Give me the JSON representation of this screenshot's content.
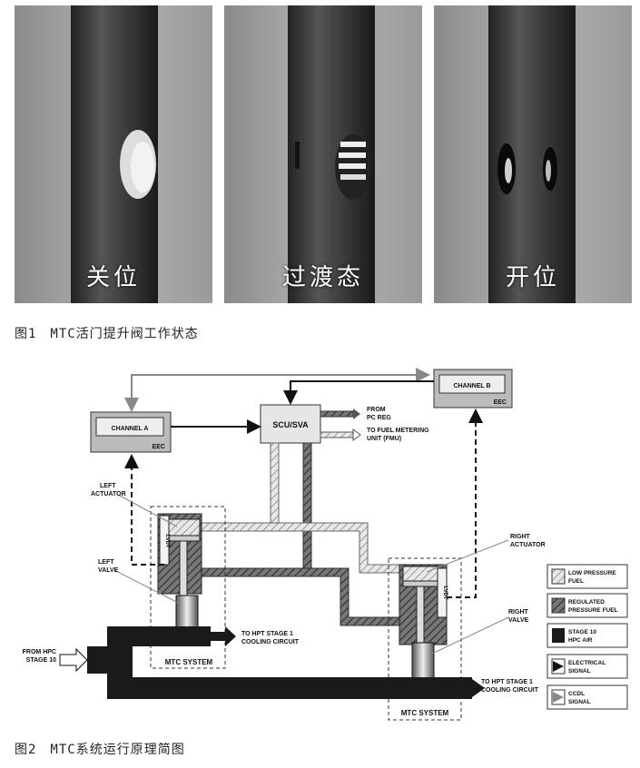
{
  "photos": [
    {
      "label": "关位"
    },
    {
      "label": "过渡态"
    },
    {
      "label": "开位"
    }
  ],
  "captions": {
    "fig1": "图1　MTC活门提升阀工作状态",
    "fig2": "图2　MTC系统运行原理简图"
  },
  "diagram": {
    "channel_a": "CHANNEL A",
    "channel_b": "CHANNEL B",
    "eec_a": "EEC",
    "eec_b": "EEC",
    "scu": "SCU/SVA",
    "from_pc_reg_1": "FROM",
    "from_pc_reg_2": "PC REG",
    "to_fmu_1": "TO FUEL METERING",
    "to_fmu_2": "UNIT (FMU)",
    "left_actuator_1": "LEFT",
    "left_actuator_2": "ACTUATOR",
    "left_valve_1": "LEFT",
    "left_valve_2": "VALVE",
    "right_actuator_1": "RIGHT",
    "right_actuator_2": "ACTUATOR",
    "right_valve_1": "RIGHT",
    "right_valve_2": "VALVE",
    "lvdt_left": "LVDT",
    "lvdt_right": "LVDT",
    "from_hpc_1": "FROM HPC",
    "from_hpc_2": "STAGE 10",
    "to_hpt_left_1": "TO HPT STAGE 1",
    "to_hpt_left_2": "COOLING CIRCUIT",
    "to_hpt_right_1": "TO HPT STAGE 1",
    "to_hpt_right_2": "COOLING CIRCUIT",
    "mtc_left": "MTC SYSTEM",
    "mtc_right": "MTC SYSTEM"
  },
  "legend": [
    {
      "line1": "LOW PRESSURE",
      "line2": "FUEL"
    },
    {
      "line1": "REGULATED",
      "line2": "PRESSURE FUEL"
    },
    {
      "line1": "STAGE 10",
      "line2": "HPC AIR"
    },
    {
      "line1": "ELECTRICAL",
      "line2": "SIGNAL"
    },
    {
      "line1": "CCDL",
      "line2": "SIGNAL"
    }
  ]
}
